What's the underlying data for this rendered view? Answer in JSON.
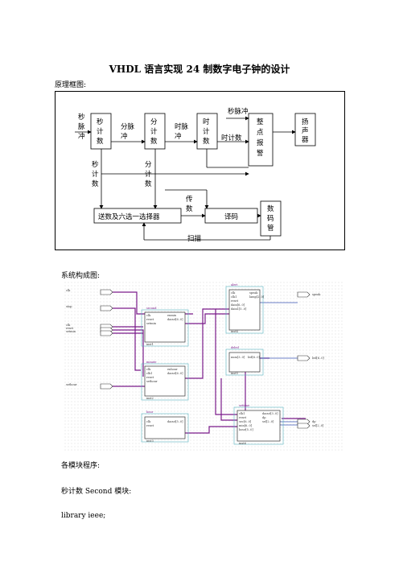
{
  "document": {
    "title": "VHDL 语言实现 24 制数字电子钟的设计",
    "schematic_heading": "原理框图:",
    "system_heading": "系统构成图:",
    "modules_heading": "各模块程序:",
    "second_module_heading": "秒计数 Second  模块:",
    "code_first_line": "library ieee;"
  },
  "block_diagram": {
    "pulse_sec_in": [
      "秒",
      "脉",
      "冲"
    ],
    "box_second": [
      "秒",
      "计",
      "数"
    ],
    "label_min_pulse": [
      "分脉",
      "冲"
    ],
    "box_minute": [
      "分",
      "计",
      "数"
    ],
    "label_hour_pulse": [
      "时脉",
      "冲"
    ],
    "box_hour": [
      "时",
      "计",
      "数"
    ],
    "label_sec_pulse_top": "秒脉冲",
    "label_hour_count": "时计数",
    "box_alarm": [
      "整",
      "点",
      "报",
      "警"
    ],
    "box_speaker": [
      "扬",
      "声",
      "器"
    ],
    "label_sec_count": [
      "秒",
      "计",
      "数"
    ],
    "label_min_count": [
      "分",
      "计",
      "数"
    ],
    "label_transfer": [
      "传",
      "数"
    ],
    "box_mux": "送数及六选一选择器",
    "box_decode": "译码",
    "box_display": [
      "数",
      "码",
      "管"
    ],
    "label_scan": "扫描"
  },
  "system_diagram": {
    "inputs": [
      "clk",
      "stop",
      "clk",
      "reset",
      "setmin",
      "sethour"
    ],
    "blocks": [
      {
        "name": "second",
        "ports": [
          "clk",
          "reset",
          "setmin",
          "enmin",
          "daout[6..0]"
        ],
        "inst": "inst1"
      },
      {
        "name": "minute",
        "ports": [
          "clk",
          "clk1",
          "reset",
          "sethour",
          "enhour",
          "daout[6..0]"
        ],
        "inst": "inst2"
      },
      {
        "name": "hour",
        "ports": [
          "clk",
          "reset",
          "daout[5..0]"
        ],
        "inst": "inst3"
      },
      {
        "name": "alert",
        "ports": [
          "clk",
          "clk1",
          "reset",
          "dain[6..0]",
          "dain1[5..0]",
          "speak",
          "lamp[2..0]"
        ],
        "inst": "inst4"
      },
      {
        "name": "deled",
        "ports": [
          "num[3..0]",
          "led[6..0]"
        ],
        "inst": "inst5"
      },
      {
        "name": "settime",
        "ports": [
          "clk1",
          "reset",
          "sec[6..0]",
          "min[6..0]",
          "hour[5..0]",
          "daout[3..0]",
          "dp",
          "sel[2..0]"
        ],
        "inst": "inst6"
      }
    ],
    "outputs": [
      "speak",
      "led[6..0]",
      "dp",
      "sel[2..0]"
    ]
  }
}
